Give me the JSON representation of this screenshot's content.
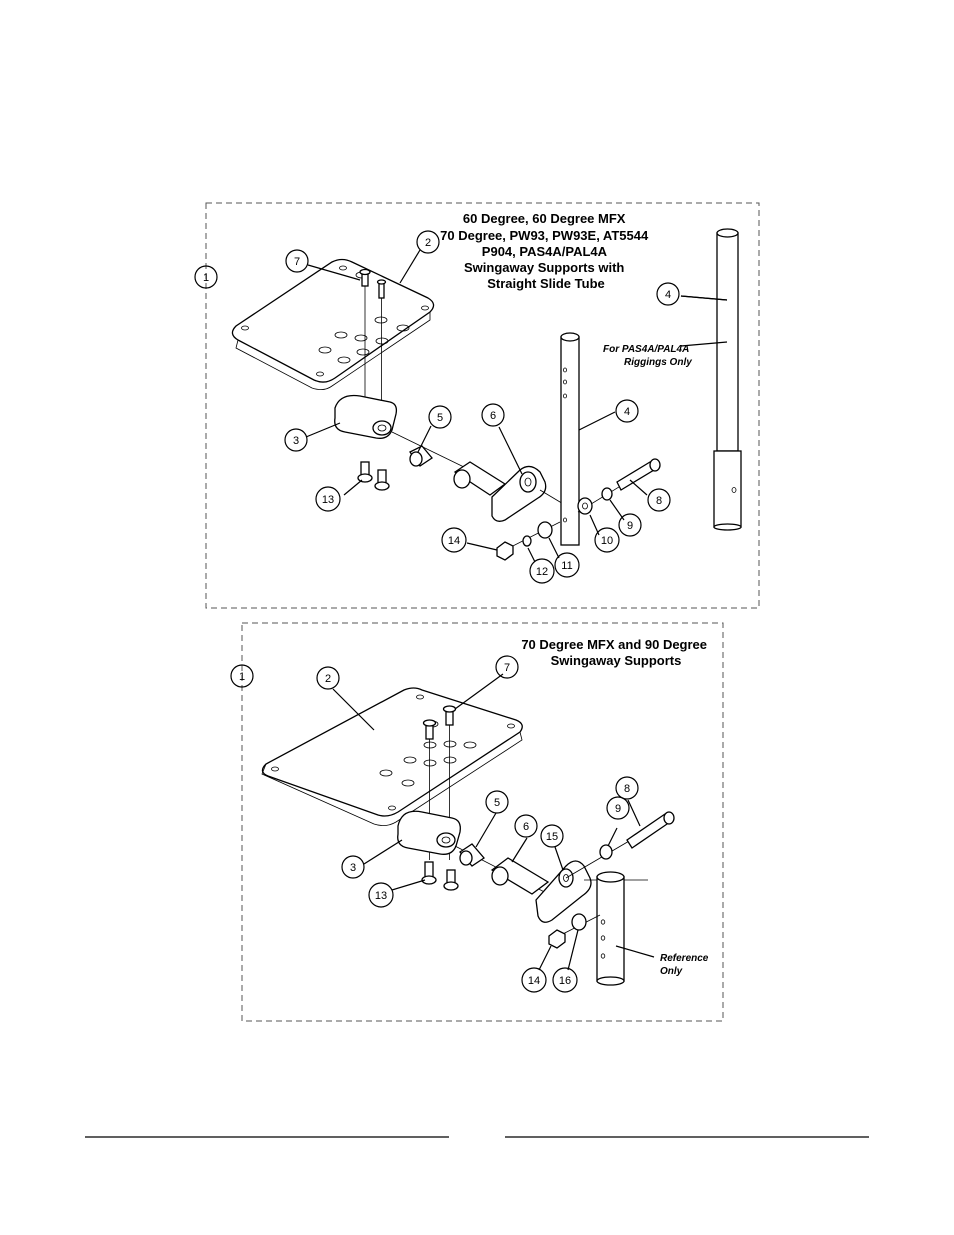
{
  "diagram_top": {
    "title_lines": [
      "60 Degree, 60 Degree MFX",
      "70 Degree, PW93, PW93E, AT5544",
      "P904, PAS4A/PAL4A",
      "Swingaway Supports with",
      "Straight Slide Tube"
    ],
    "note_lines": [
      "For PAS4A/PAL4A",
      "Riggings Only"
    ],
    "callouts": {
      "c1": "1",
      "c2": "2",
      "c3": "3",
      "c4a": "4",
      "c4b": "4",
      "c5": "5",
      "c6": "6",
      "c7": "7",
      "c8": "8",
      "c9": "9",
      "c10": "10",
      "c11": "11",
      "c12": "12",
      "c13": "13",
      "c14": "14"
    }
  },
  "diagram_bottom": {
    "title_lines": [
      "70 Degree MFX and 90 Degree",
      "Swingaway Supports"
    ],
    "note_lines": [
      "Reference",
      "Only"
    ],
    "callouts": {
      "c1": "1",
      "c2": "2",
      "c3": "3",
      "c5": "5",
      "c6": "6",
      "c7": "7",
      "c8": "8",
      "c9": "9",
      "c13": "13",
      "c14": "14",
      "c15": "15",
      "c16": "16"
    }
  }
}
